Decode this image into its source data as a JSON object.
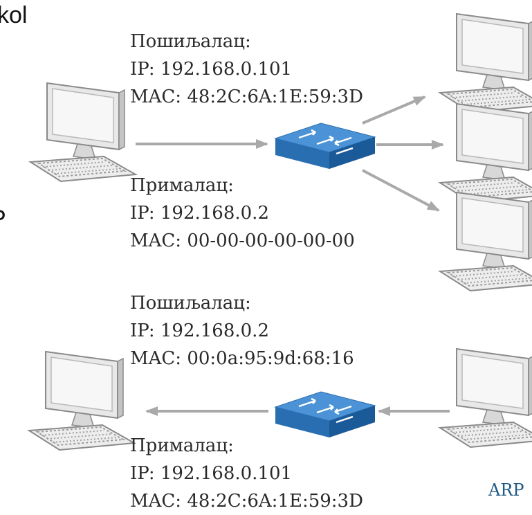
{
  "fragments": {
    "top_left": "kol",
    "mid_left": "P"
  },
  "request": {
    "sender": {
      "heading": "Пошиљалац:",
      "ip": "IP: 192.168.0.101",
      "mac": "MAC: 48:2C:6A:1E:59:3D"
    },
    "receiver": {
      "heading": "Прималац:",
      "ip": "IP: 192.168.0.2",
      "mac": "MAC: 00-00-00-00-00-00"
    }
  },
  "reply": {
    "sender": {
      "heading": "Пошиљалац:",
      "ip": "IP: 192.168.0.2",
      "mac": "MAC: 00:0a:95:9d:68:16"
    },
    "receiver": {
      "heading": "Прималац:",
      "ip": "IP: 192.168.0.101",
      "mac": "MAC: 48:2C:6A:1E:59:3D"
    }
  },
  "caption": "ARP",
  "icons": {
    "computer": "desktop-computer-icon",
    "switch": "network-switch-icon"
  },
  "colors": {
    "arrow": "#a9a9a9",
    "switch_top": "#4a90d0",
    "switch_side": "#1f5f9e",
    "monitor_frame": "#d4d4d4",
    "screen": "#f4f4f4",
    "caption": "#1f5a85"
  }
}
